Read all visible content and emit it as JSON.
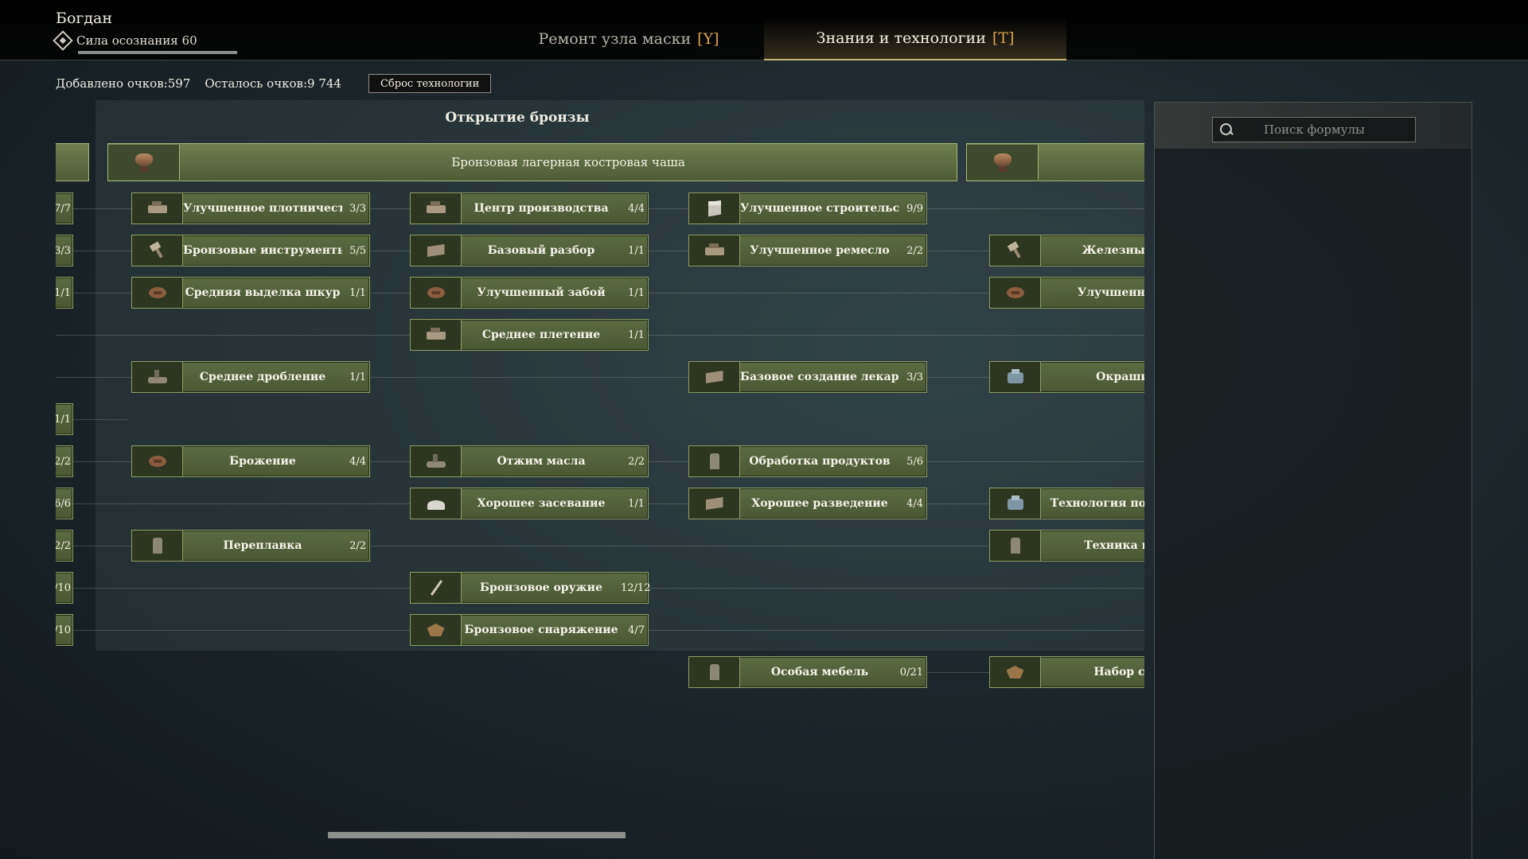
{
  "player": {
    "name": "Богдан",
    "awareness_label": "Сила осознания 60",
    "awareness_progress": 1.0
  },
  "tabs": [
    {
      "label": "Ремонт узла маски",
      "key": "[Y]",
      "active": false
    },
    {
      "label": "Знания и технологии",
      "key": "[T]",
      "active": true
    }
  ],
  "stats": {
    "added": "Добавлено очков:597",
    "remaining": "Осталось очков:9 744",
    "reset_label": "Сброс технологии"
  },
  "era": {
    "title": "Открытие бронзы",
    "header_label": "Бронзовая лагерная костровая чаша"
  },
  "left_stubs": [
    "7/7",
    "3/3",
    "1/1",
    "1/1",
    "2/2",
    "6/6",
    "2/2",
    "/10",
    "/10"
  ],
  "col1": [
    {
      "label": "Улучшенное плотничество",
      "count": "3/3",
      "icon": "carpentry-icon"
    },
    {
      "label": "Бронзовые инструменты",
      "count": "5/5",
      "icon": "axe-icon"
    },
    {
      "label": "Средняя выделка шкур",
      "count": "1/1",
      "icon": "hide-icon"
    },
    {
      "label": "Среднее дробление",
      "count": "1/1",
      "icon": "crushing-icon"
    },
    {
      "label": "Брожение",
      "count": "4/4",
      "icon": "fermentation-icon"
    },
    {
      "label": "Переплавка",
      "count": "2/2",
      "icon": "smelting-icon"
    }
  ],
  "col2": [
    {
      "label": "Центр производства",
      "count": "4/4",
      "icon": "workbench-icon"
    },
    {
      "label": "Базовый разбор",
      "count": "1/1",
      "icon": "disassembly-icon"
    },
    {
      "label": "Улучшенный забой",
      "count": "1/1",
      "icon": "butchery-icon"
    },
    {
      "label": "Среднее плетение",
      "count": "1/1",
      "icon": "weaving-icon"
    },
    {
      "label": "Отжим масла",
      "count": "2/2",
      "icon": "oil-press-icon"
    },
    {
      "label": "Хорошее засевание",
      "count": "1/1",
      "icon": "sowing-icon"
    },
    {
      "label": "Бронзовое оружие",
      "count": "12/12",
      "icon": "spear-icon"
    },
    {
      "label": "Бронзовое снаряжение",
      "count": "4/7",
      "icon": "armor-icon"
    }
  ],
  "col3": [
    {
      "label": "Улучшенное строительство",
      "count": "9/9",
      "icon": "stone-block-icon"
    },
    {
      "label": "Улучшенное ремесло",
      "count": "2/2",
      "icon": "crafting-icon"
    },
    {
      "label": "Базовое создание лекарств",
      "count": "3/3",
      "icon": "medicine-icon"
    },
    {
      "label": "Обработка продуктов",
      "count": "5/6",
      "icon": "food-processing-icon"
    },
    {
      "label": "Хорошее разведение",
      "count": "4/4",
      "icon": "breeding-icon"
    },
    {
      "label": "Особая мебель",
      "count": "0/21",
      "icon": "furniture-icon"
    }
  ],
  "col4": [
    {
      "label": "Железные инст",
      "icon": "iron-tools-icon"
    },
    {
      "label": "Улучшенная выд",
      "icon": "hide-icon"
    },
    {
      "label": "Окрашиван",
      "icon": "dyeing-icon"
    },
    {
      "label": "Технология по температу",
      "icon": "temperature-icon"
    },
    {
      "label": "Техника печи с",
      "icon": "furnace-icon"
    },
    {
      "label": "Набор сабле",
      "icon": "saber-set-icon"
    }
  ],
  "search": {
    "placeholder": "Поиск формулы"
  },
  "colors": {
    "node_bg": "#55653c",
    "node_border": "#8f9d65",
    "accent_key": "#d9a248",
    "active_tab_underline": "#c8b67a"
  }
}
